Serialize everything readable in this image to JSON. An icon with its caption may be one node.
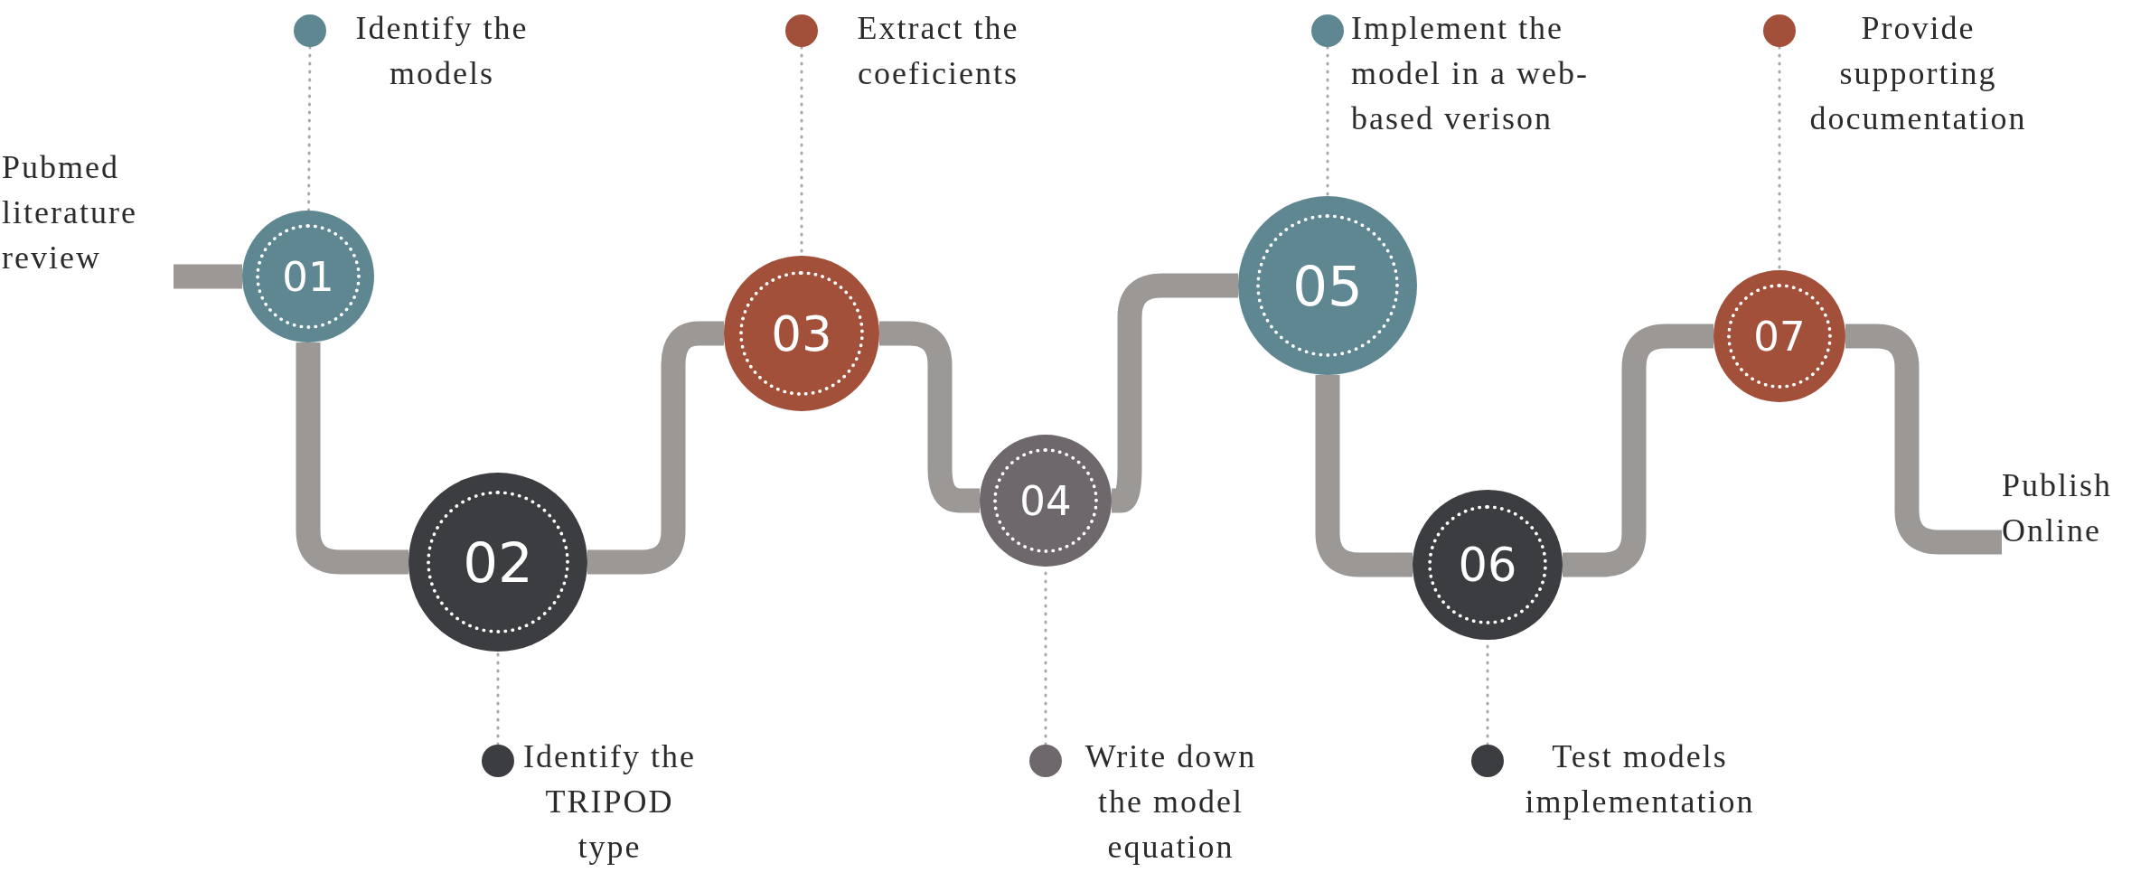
{
  "diagram": {
    "nodes": [
      {
        "text": [
          "Pubmed literature review"
        ]
      },
      {
        "text": [
          "01"
        ]
      },
      {
        "text": [
          "02"
        ]
      },
      {
        "text": [
          "03"
        ]
      },
      {
        "text": [
          "04"
        ]
      },
      {
        "text": [
          "05"
        ]
      },
      {
        "text": [
          "06"
        ]
      },
      {
        "text": [
          "07"
        ]
      },
      {
        "text": [
          "Identify the models"
        ]
      },
      {
        "text": [
          "Identify the TRIPOD type"
        ]
      },
      {
        "text": [
          "Extract the coeficients"
        ]
      },
      {
        "text": [
          "Write down the model equation"
        ]
      },
      {
        "text": [
          "Implement the model in a web-based verison"
        ]
      },
      {
        "text": [
          "Test models implementation"
        ]
      },
      {
        "text": [
          "Provide supporting documentation"
        ]
      },
      {
        "text": [
          "Publish Online"
        ]
      }
    ],
    "edges": [
      {
        "from": 0,
        "to": 1,
        "arrow": "none"
      },
      {
        "from": 1,
        "to": 2,
        "arrow": "none"
      },
      {
        "from": 2,
        "to": 3,
        "arrow": "none"
      },
      {
        "from": 3,
        "to": 4,
        "arrow": "none"
      },
      {
        "from": 4,
        "to": 5,
        "arrow": "none"
      },
      {
        "from": 5,
        "to": 6,
        "arrow": "none"
      },
      {
        "from": 6,
        "to": 7,
        "arrow": "none"
      },
      {
        "from": 7,
        "to": 15,
        "arrow": "none"
      },
      {
        "from": 8,
        "to": 1,
        "arrow": "none",
        "style": "dashed"
      },
      {
        "from": 9,
        "to": 2,
        "arrow": "none",
        "style": "dashed"
      },
      {
        "from": 10,
        "to": 3,
        "arrow": "none",
        "style": "dashed"
      },
      {
        "from": 11,
        "to": 4,
        "arrow": "none",
        "style": "dashed"
      },
      {
        "from": 12,
        "to": 5,
        "arrow": "none",
        "style": "dashed"
      },
      {
        "from": 13,
        "to": 6,
        "arrow": "none",
        "style": "dashed"
      },
      {
        "from": 14,
        "to": 7,
        "arrow": "none",
        "style": "dashed"
      }
    ]
  }
}
